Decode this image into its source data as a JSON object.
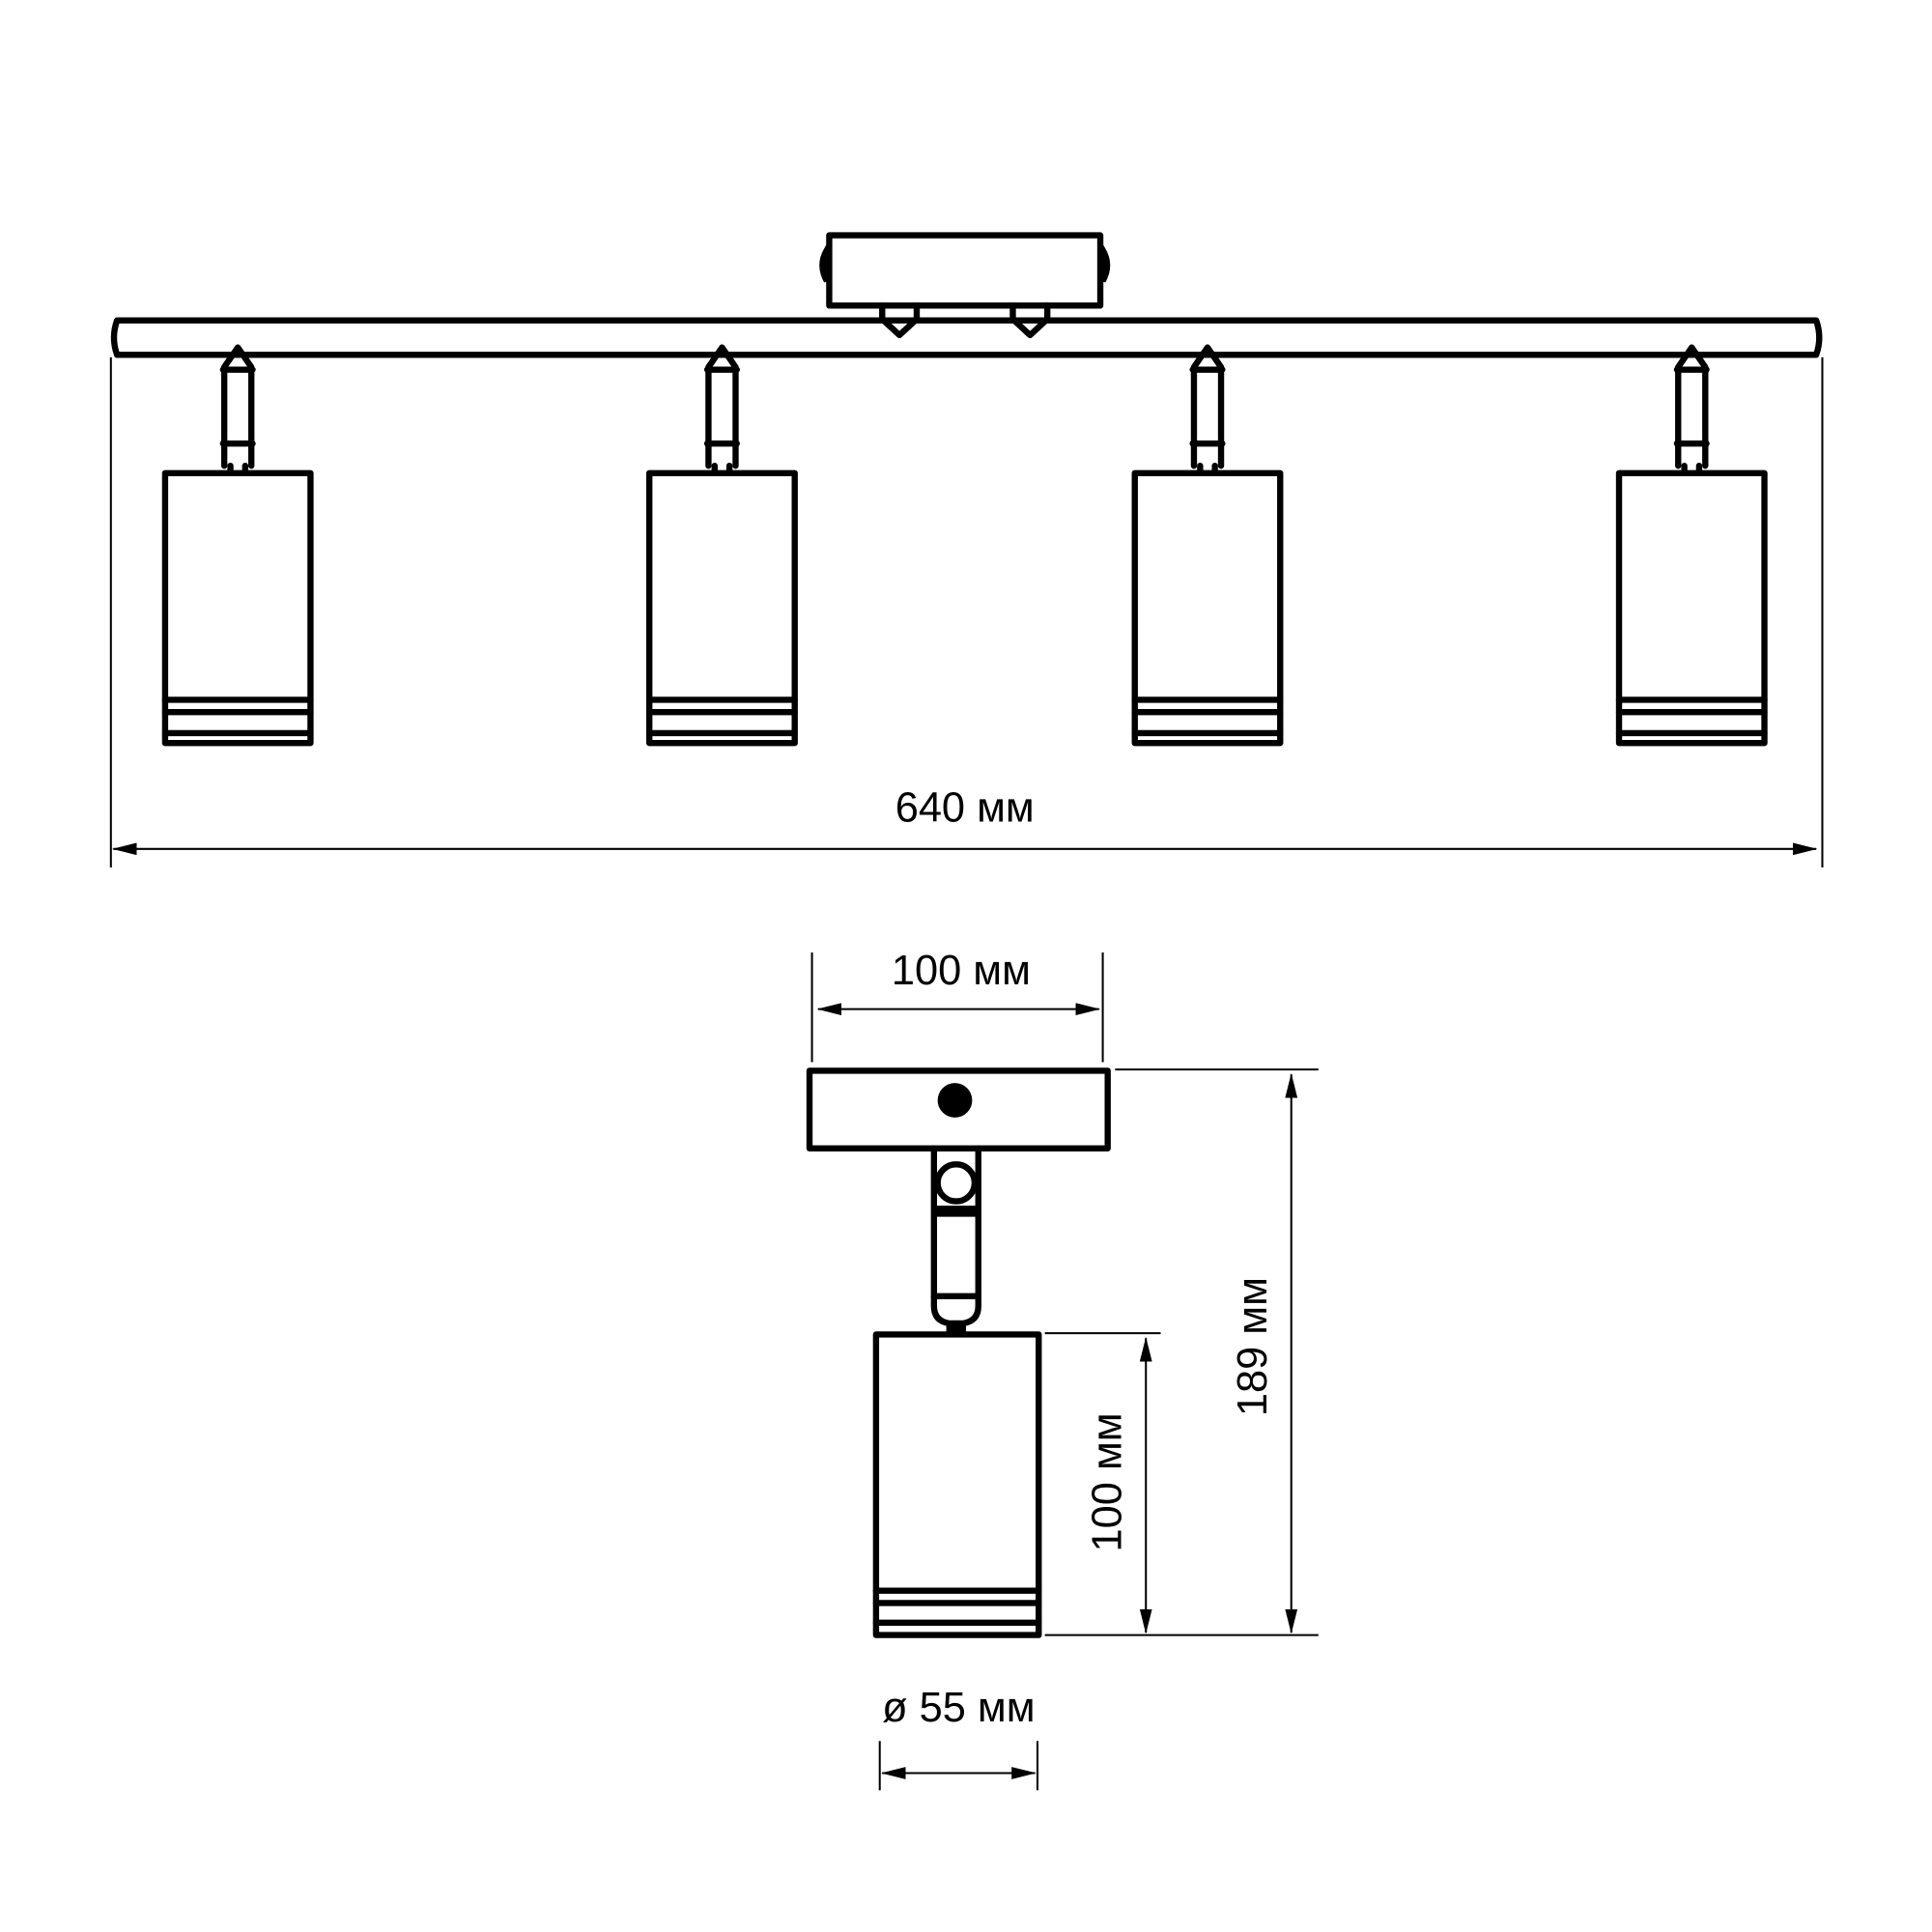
{
  "drawing": {
    "total_length_label": "640 мм",
    "base_width_label": "100 мм",
    "total_height_label": "189 мм",
    "shade_height_label": "100 мм",
    "shade_diameter_label": "ø 55 мм"
  },
  "spot_count": 4,
  "line_color": "#000000"
}
